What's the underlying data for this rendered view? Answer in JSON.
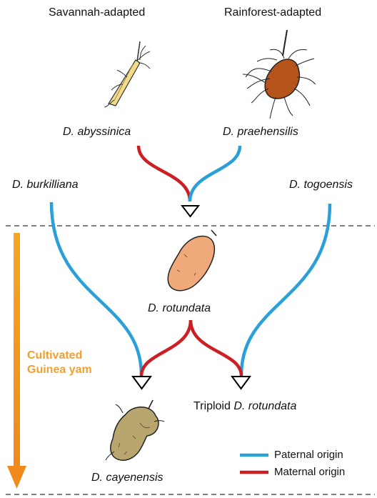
{
  "headers": {
    "left": "Savannah-adapted",
    "right": "Rainforest-adapted"
  },
  "species": {
    "abyssinica": "D.  abyssinica",
    "praehensilis": "D. praehensilis",
    "burkilliana": "D. burkilliana",
    "togoensis": "D. togoensis",
    "rotundata": "D. rotundata",
    "triploid_prefix": "Triploid",
    "triploid_name": "D. rotundata",
    "cayenensis": "D. cayenensis"
  },
  "side_label": {
    "line1": "Cultivated",
    "line2": "Guinea yam"
  },
  "legend": {
    "paternal": "Paternal origin",
    "maternal": "Maternal origin"
  },
  "colors": {
    "paternal": "#2a9fd8",
    "maternal": "#cc1f24",
    "cultivated_text": "#f0a030",
    "arrow_top": "#f5a623",
    "arrow_bottom": "#f08a1a",
    "tuber_abyssinica": "#f2dc8a",
    "tuber_praehensilis": "#b5541a",
    "tuber_rotundata": "#f0a97a",
    "tuber_cayenensis": "#b9a56e"
  }
}
